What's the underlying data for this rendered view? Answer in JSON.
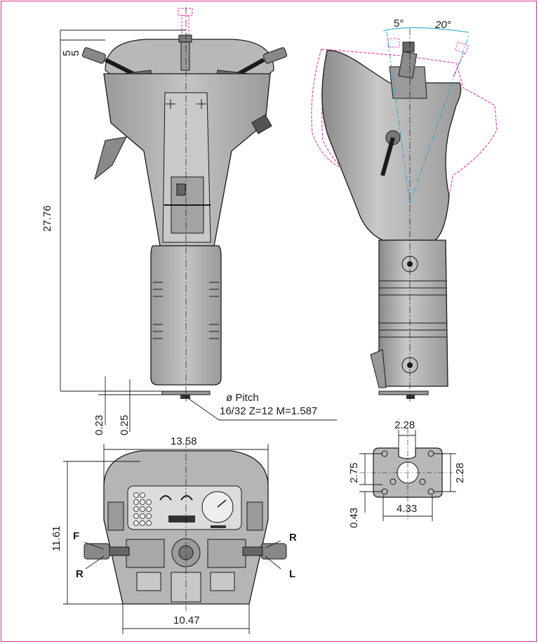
{
  "dimensions": {
    "front_top_a": "5",
    "front_top_b": "5",
    "height": "27.76",
    "bottom_a": "0.23",
    "bottom_b": "0.25",
    "pitch_line1": "ø Pitch",
    "pitch_line2": "16/32 Z=12  M=1.587",
    "angle_small": "5°",
    "angle_large": "20°",
    "top_width": "13.58",
    "top_height": "11.61",
    "top_base_width": "10.47",
    "flange_top": "2.28",
    "flange_left": "2.75",
    "flange_right": "2.28",
    "flange_offset": "0.43",
    "flange_width": "4.33"
  },
  "labels": {
    "F": "F",
    "R_left": "R",
    "R_right": "R",
    "L": "L"
  },
  "colors": {
    "border": "#d4348c",
    "body": "#b3b3b3",
    "body_dark": "#8c8c8c",
    "outline": "#1a1a1a",
    "magenta": "#e0289a",
    "cyan": "#1a9fd6"
  }
}
